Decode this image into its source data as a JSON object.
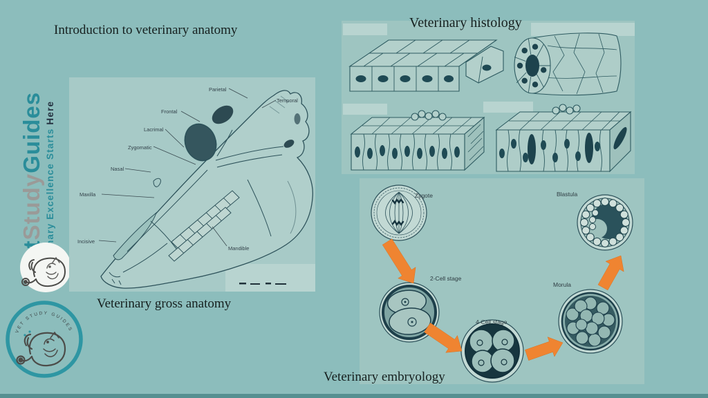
{
  "slide": {
    "colors": {
      "background": "#8cbdbc",
      "panel": "#9ec5c1",
      "skull_panel": "#a7cac7",
      "label_patch": "#b8d4d0",
      "line_art": "#2d525a",
      "arrow_orange": "#ef8431",
      "brand_teal": "#2a8d9a",
      "brand_gray": "#9a9a98",
      "badge_ring_teal": "#2e96a3",
      "ink": "#16201f",
      "bottom_bar": "#569091"
    }
  },
  "headings": {
    "intro": "Introduction to veterinary anatomy",
    "histology": "Veterinary histology",
    "gross_anatomy": "Veterinary gross anatomy",
    "embryology": "Veterinary embryology"
  },
  "brand": {
    "name_vet": "Vet",
    "name_study": "Study",
    "name_guides": "Guides",
    "tagline": "Veterinary Excellence Starts ",
    "tagline_emphasis": "Here",
    "badge_arc_text": "VET STUDY GUIDES"
  },
  "skull": {
    "labels": [
      "Parietal",
      "Frontal",
      "Temporal",
      "Lacrimal",
      "Zygomatic",
      "Nasal",
      "Maxilla",
      "Incisive",
      "Mandible"
    ]
  },
  "embryo": {
    "stages": [
      "Zygote",
      "2-Cell stage",
      "4-Cell stage",
      "Morula",
      "Blastula"
    ]
  }
}
